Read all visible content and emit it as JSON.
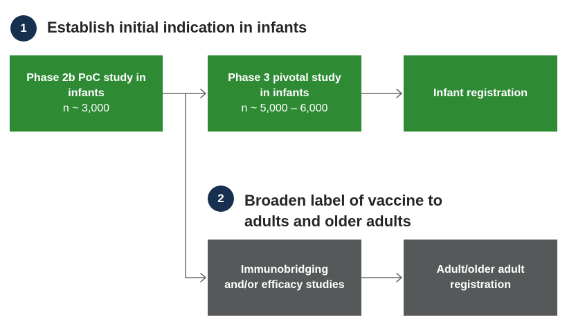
{
  "section1": {
    "number": "1",
    "title": "Establish initial indication in infants"
  },
  "section2": {
    "number": "2",
    "title_line1": "Broaden label of vaccine to",
    "title_line2": "adults and older adults"
  },
  "boxes": {
    "phase2b": {
      "line1": "Phase 2b PoC study in",
      "line2": "infants",
      "line3": "n ~ 3,000"
    },
    "phase3": {
      "line1": "Phase 3 pivotal study",
      "line2": "in infants",
      "line3": "n ~ 5,000 – 6,000"
    },
    "infant_registration": {
      "line1": "Infant registration"
    },
    "immunobridging": {
      "line1": "Immunobridging",
      "line2": "and/or efficacy studies"
    },
    "adult_registration": {
      "line1": "Adult/older adult",
      "line2": "registration"
    }
  },
  "colors": {
    "green": "#2e8b34",
    "gray": "#56595a",
    "badge": "#17304f",
    "connector": "#6b6b6b"
  }
}
